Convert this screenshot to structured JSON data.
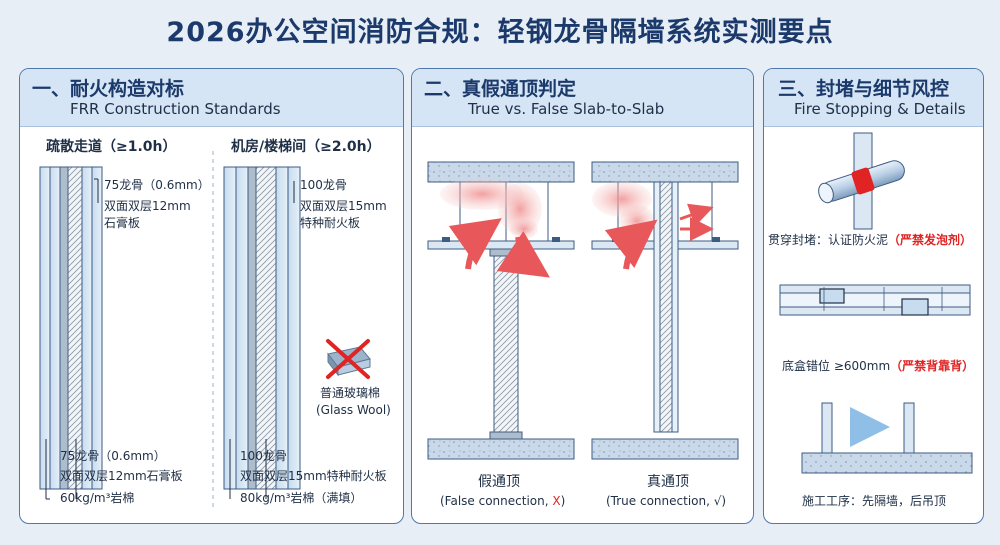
{
  "title": "2026办公空间消防合规：轻钢龙骨隔墙系统实测要点",
  "panel1": {
    "title": "一、耐火构造对标",
    "subtitle": "FRR Construction Standards",
    "left_heading": "疏散走道（≥1.0h）",
    "right_heading": "机房/楼梯间（≥2.0h）",
    "left_top_labels": [
      "75龙骨（0.6mm）",
      "双面双层12mm",
      "石膏板"
    ],
    "right_top_labels": [
      "100龙骨",
      "双面双层15mm",
      "特种耐火板"
    ],
    "left_bottom_labels": [
      "75龙骨（0.6mm）",
      "双面双层12mm石膏板",
      "60kg/m³岩棉"
    ],
    "right_bottom_labels": [
      "100龙骨",
      "双面双层15mm特种耐火板",
      "80kg/m³岩棉（满填）"
    ],
    "glass_wool_cn": "普通玻璃棉",
    "glass_wool_en": "(Glass Wool)"
  },
  "panel2": {
    "title": "二、真假通顶判定",
    "subtitle": "True vs. False Slab-to-Slab",
    "false_label": "假通顶",
    "false_caption_prefix": "(False connection, ",
    "false_mark": "X",
    "true_label": "真通顶",
    "true_caption_prefix": "(True connection, ",
    "true_mark": "√",
    "caption_suffix": ")"
  },
  "panel3": {
    "title": "三、封堵与细节风控",
    "subtitle": "Fire Stopping & Details",
    "item1_text": "贯穿封堵：认证防火泥",
    "item1_warn": "（严禁发泡剂）",
    "item2_text": "底盒错位 ≥600mm",
    "item2_warn": "（严禁背靠背）",
    "item3_text": "施工工序：先隔墙，后吊顶"
  },
  "colors": {
    "title_blue": "#1b3a6b",
    "panel_border": "#4f78ac",
    "header_fill": "#d6e5f5",
    "warning_red": "#e02424",
    "smoke_pink": "#f3b3b3",
    "arrow_red": "#e8585a"
  }
}
